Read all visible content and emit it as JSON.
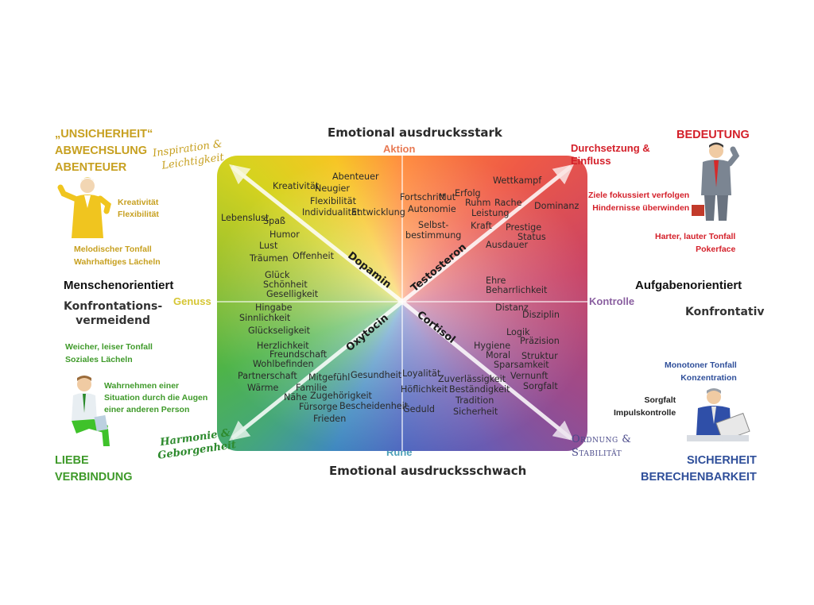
{
  "top_title": "Emotional ausdrucksstark",
  "bottom_title": "Emotional ausdrucksschwach",
  "axis_labels": {
    "top": "Aktion",
    "bottom": "Ruhe",
    "left": "Genuss",
    "right": "Kontrolle"
  },
  "hormones": {
    "dopamin": "Dopamin",
    "testosteron": "Testosteron",
    "oxytocin": "Oxytocin",
    "cortisol": "Cortisol"
  },
  "orientation": {
    "left": "Menschenorientiert",
    "right": "Aufgabenorientiert"
  },
  "confrontation": {
    "left": "Konfrontations-\nvermeidend",
    "right": "Konfrontativ"
  },
  "corner_diagonals": {
    "top_left": "Inspiration &\nLeichtigkeit",
    "top_right": "Durchsetzung &\nEinfluss",
    "bottom_left": "Harmonie &\nGeborgenheit",
    "bottom_right": "Ordnung &\nStabilität"
  },
  "top_left_panel": {
    "title": "„UNSICHERHEIT“\nABWECHSLUNG\nABENTEUER",
    "traits": "Kreativität\nFlexibilität",
    "style": "Melodischer Tonfall\nWahrhaftiges Lächeln"
  },
  "top_right_panel": {
    "title": "BEDEUTUNG",
    "traits": "Ziele fokussiert verfolgen\nHindernisse überwinden",
    "style": "Harter, lauter Tonfall\nPokerface"
  },
  "bottom_left_panel": {
    "title": "LIEBE\nVERBINDUNG",
    "style": "Weicher, leiser Tonfall\nSoziales Lächeln",
    "traits": "Wahrnehmen einer\nSituation durch die Augen\neiner anderen Person"
  },
  "bottom_right_panel": {
    "title": "SICHERHEIT\nBERECHENBARKEIT",
    "style": "Monotoner Tonfall\nKonzentration",
    "traits": "Sorgfalt\nImpulskontrolle"
  },
  "quadrant_words": {
    "q1": [
      "Abenteuer",
      "Kreativität",
      "Neugier",
      "Flexibilität",
      "Individualität",
      "Entwicklung",
      "Lebenslust",
      "Spaß",
      "Humor",
      "Lust",
      "Träumen",
      "Offenheit",
      "Glück",
      "Schönheit",
      "Geselligkeit"
    ],
    "q2": [
      "Wettkampf",
      "Fortschritt",
      "Mut",
      "Erfolg",
      "Ruhm",
      "Rache",
      "Autonomie",
      "Leistung",
      "Dominanz",
      "Selbst-\nbestimmung",
      "Kraft",
      "Prestige",
      "Status",
      "Ausdauer",
      "Ehre",
      "Beharrlichkeit"
    ],
    "q3": [
      "Hingabe",
      "Sinnlichkeit",
      "Glückseligkeit",
      "Herzlichkeit",
      "Freundschaft",
      "Wohlbefinden",
      "Partnerschaft",
      "Mitgefühl",
      "Gesundheit",
      "Wärme",
      "Familie",
      "Nähe",
      "Zugehörigkeit",
      "Fürsorge",
      "Bescheidenheit",
      "Frieden"
    ],
    "q4": [
      "Distanz",
      "Disziplin",
      "Logik",
      "Präzision",
      "Hygiene",
      "Moral",
      "Struktur",
      "Sparsamkeit",
      "Vernunft",
      "Loyalität",
      "Zuverlässigkeit",
      "Sorgfalt",
      "Höflichkeit",
      "Beständigkeit",
      "Tradition",
      "Geduld",
      "Sicherheit"
    ]
  },
  "colors": {
    "yellow_text": "#c7a020",
    "red_text": "#d4202a",
    "green_text": "#3f9a2a",
    "blue_text": "#2f4f9a",
    "axis_red": "#e87a54",
    "axis_blue": "#7a6aa8"
  }
}
